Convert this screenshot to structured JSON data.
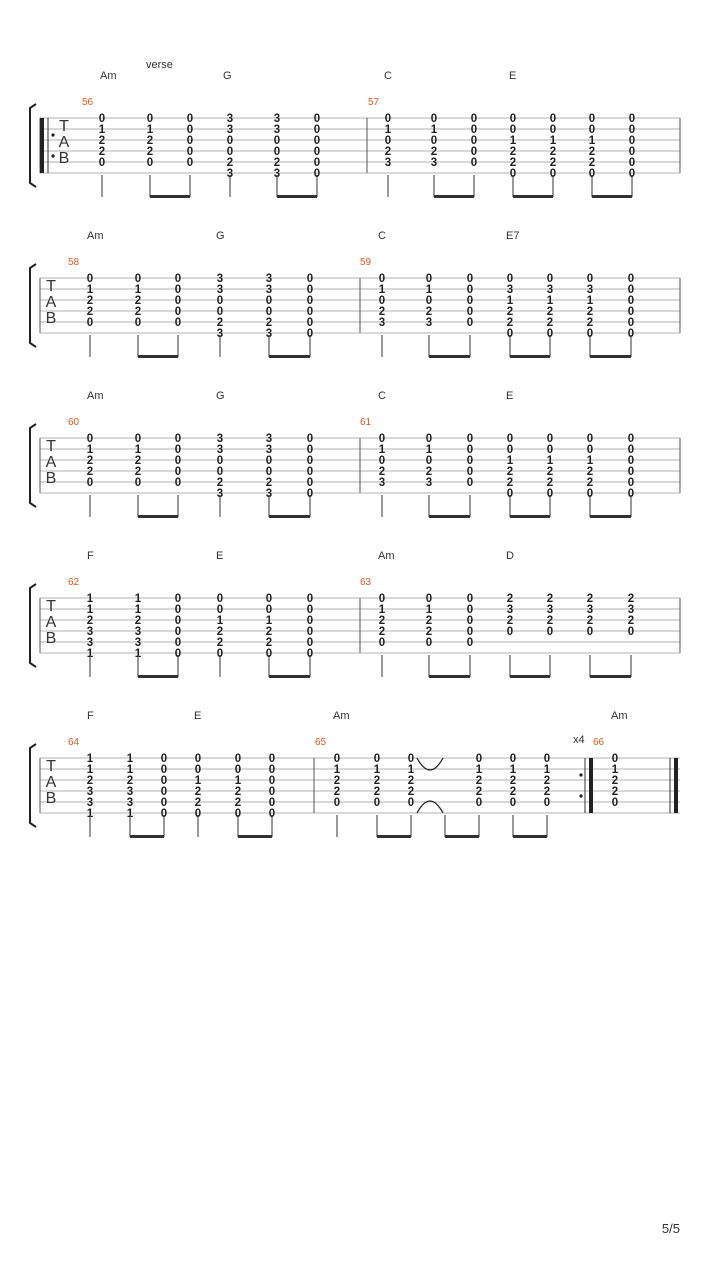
{
  "page_number": "5/5",
  "systems": [
    {
      "clef": "TAB",
      "annotations": [
        {
          "text": "verse",
          "above_chord": 0
        }
      ],
      "chords": [
        "Am",
        "G",
        "C",
        "E"
      ],
      "measures": [
        {
          "number": "56",
          "chords": [
            "Am",
            "G"
          ],
          "columns": [
            [
              "0",
              "1",
              "2",
              "2",
              "0",
              ""
            ],
            [
              "0",
              "1",
              "2",
              "2",
              "0",
              ""
            ],
            [
              "0",
              "0",
              "0",
              "0",
              "0",
              ""
            ],
            [
              "3",
              "3",
              "0",
              "0",
              "2",
              "3"
            ],
            [
              "3",
              "3",
              "0",
              "0",
              "2",
              "3"
            ],
            [
              "0",
              "0",
              "0",
              "0",
              "0",
              "0"
            ]
          ]
        },
        {
          "number": "57",
          "chords": [
            "C",
            "E"
          ],
          "columns": [
            [
              "0",
              "1",
              "0",
              "2",
              "3",
              ""
            ],
            [
              "0",
              "1",
              "0",
              "2",
              "3",
              ""
            ],
            [
              "0",
              "0",
              "0",
              "0",
              "0",
              ""
            ],
            [
              "0",
              "0",
              "1",
              "2",
              "2",
              "0"
            ],
            [
              "0",
              "0",
              "1",
              "2",
              "2",
              "0"
            ],
            [
              "0",
              "0",
              "1",
              "2",
              "2",
              "0"
            ],
            [
              "0",
              "0",
              "0",
              "0",
              "0",
              "0"
            ]
          ]
        }
      ]
    },
    {
      "clef": "TAB",
      "annotations": [],
      "chords": [
        "Am",
        "G",
        "C",
        "E7"
      ],
      "measures": [
        {
          "number": "58",
          "chords": [
            "Am",
            "G"
          ],
          "columns": [
            [
              "0",
              "1",
              "2",
              "2",
              "0",
              ""
            ],
            [
              "0",
              "1",
              "2",
              "2",
              "0",
              ""
            ],
            [
              "0",
              "0",
              "0",
              "0",
              "0",
              ""
            ],
            [
              "3",
              "3",
              "0",
              "0",
              "2",
              "3"
            ],
            [
              "3",
              "3",
              "0",
              "0",
              "2",
              "3"
            ],
            [
              "0",
              "0",
              "0",
              "0",
              "0",
              "0"
            ]
          ]
        },
        {
          "number": "59",
          "chords": [
            "C",
            "E7"
          ],
          "columns": [
            [
              "0",
              "1",
              "0",
              "2",
              "3",
              ""
            ],
            [
              "0",
              "1",
              "0",
              "2",
              "3",
              ""
            ],
            [
              "0",
              "0",
              "0",
              "0",
              "0",
              ""
            ],
            [
              "0",
              "3",
              "1",
              "2",
              "2",
              "0"
            ],
            [
              "0",
              "3",
              "1",
              "2",
              "2",
              "0"
            ],
            [
              "0",
              "3",
              "1",
              "2",
              "2",
              "0"
            ],
            [
              "0",
              "0",
              "0",
              "0",
              "0",
              "0"
            ]
          ]
        }
      ]
    },
    {
      "clef": "TAB",
      "annotations": [],
      "chords": [
        "Am",
        "G",
        "C",
        "E"
      ],
      "measures": [
        {
          "number": "60",
          "chords": [
            "Am",
            "G"
          ],
          "columns": [
            [
              "0",
              "1",
              "2",
              "2",
              "0",
              ""
            ],
            [
              "0",
              "1",
              "2",
              "2",
              "0",
              ""
            ],
            [
              "0",
              "0",
              "0",
              "0",
              "0",
              ""
            ],
            [
              "3",
              "3",
              "0",
              "0",
              "2",
              "3"
            ],
            [
              "3",
              "3",
              "0",
              "0",
              "2",
              "3"
            ],
            [
              "0",
              "0",
              "0",
              "0",
              "0",
              "0"
            ]
          ]
        },
        {
          "number": "61",
          "chords": [
            "C",
            "E"
          ],
          "columns": [
            [
              "0",
              "1",
              "0",
              "2",
              "3",
              ""
            ],
            [
              "0",
              "1",
              "0",
              "2",
              "3",
              ""
            ],
            [
              "0",
              "0",
              "0",
              "0",
              "0",
              ""
            ],
            [
              "0",
              "0",
              "1",
              "2",
              "2",
              "0"
            ],
            [
              "0",
              "0",
              "1",
              "2",
              "2",
              "0"
            ],
            [
              "0",
              "0",
              "1",
              "2",
              "2",
              "0"
            ],
            [
              "0",
              "0",
              "0",
              "0",
              "0",
              "0"
            ]
          ]
        }
      ]
    },
    {
      "clef": "TAB",
      "annotations": [],
      "chords": [
        "F",
        "E",
        "Am",
        "D"
      ],
      "measures": [
        {
          "number": "62",
          "chords": [
            "F",
            "E"
          ],
          "columns": [
            [
              "1",
              "1",
              "2",
              "3",
              "3",
              "1"
            ],
            [
              "1",
              "1",
              "2",
              "3",
              "3",
              "1"
            ],
            [
              "0",
              "0",
              "0",
              "0",
              "0",
              "0"
            ],
            [
              "0",
              "0",
              "1",
              "2",
              "2",
              "0"
            ],
            [
              "0",
              "0",
              "1",
              "2",
              "2",
              "0"
            ],
            [
              "0",
              "0",
              "0",
              "0",
              "0",
              "0"
            ]
          ]
        },
        {
          "number": "63",
          "chords": [
            "Am",
            "D"
          ],
          "columns": [
            [
              "0",
              "1",
              "2",
              "2",
              "0",
              ""
            ],
            [
              "0",
              "1",
              "2",
              "2",
              "0",
              ""
            ],
            [
              "0",
              "0",
              "0",
              "0",
              "0",
              ""
            ],
            [
              "2",
              "3",
              "2",
              "0",
              "",
              ""
            ],
            [
              "2",
              "3",
              "2",
              "0",
              "",
              ""
            ],
            [
              "2",
              "3",
              "2",
              "0",
              "",
              ""
            ],
            [
              "2",
              "3",
              "2",
              "0",
              "",
              ""
            ]
          ]
        }
      ]
    },
    {
      "clef": "TAB",
      "annotations": [
        {
          "text": "x4"
        }
      ],
      "chords": [
        "F",
        "E",
        "Am",
        "Am"
      ],
      "measures": [
        {
          "number": "64",
          "chords": [
            "F",
            "E"
          ],
          "columns": [
            [
              "1",
              "1",
              "2",
              "3",
              "3",
              "1"
            ],
            [
              "1",
              "1",
              "2",
              "3",
              "3",
              "1"
            ],
            [
              "0",
              "0",
              "0",
              "0",
              "0",
              "0"
            ],
            [
              "0",
              "0",
              "1",
              "2",
              "2",
              "0"
            ],
            [
              "0",
              "0",
              "1",
              "2",
              "2",
              "0"
            ],
            [
              "0",
              "0",
              "0",
              "0",
              "0",
              "0"
            ]
          ]
        },
        {
          "number": "65",
          "chords": [
            "Am"
          ],
          "columns": [
            [
              "0",
              "1",
              "2",
              "2",
              "0",
              ""
            ],
            [
              "0",
              "1",
              "2",
              "2",
              "0",
              ""
            ],
            [
              "0",
              "1",
              "2",
              "2",
              "0",
              ""
            ],
            [
              "0",
              "1",
              "2",
              "2",
              "0",
              ""
            ],
            [
              "0",
              "1",
              "2",
              "2",
              "0",
              ""
            ],
            [
              "0",
              "1",
              "2",
              "2",
              "0",
              ""
            ]
          ]
        },
        {
          "number": "66",
          "chords": [
            "Am"
          ],
          "columns": [
            [
              "0",
              "1",
              "2",
              "2",
              "0",
              ""
            ]
          ]
        }
      ]
    }
  ]
}
